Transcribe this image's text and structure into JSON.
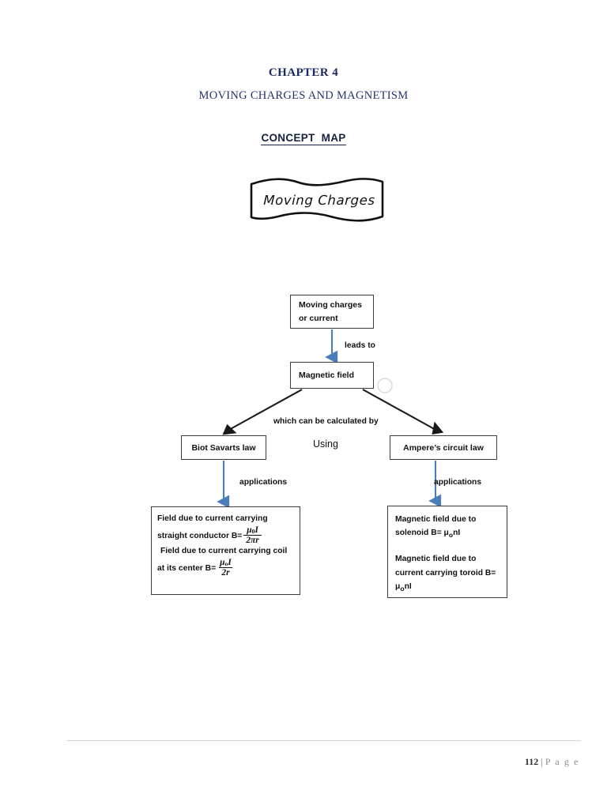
{
  "document": {
    "chapter_title": "CHAPTER 4",
    "chapter_subtitle": "MOVING CHARGES AND MAGNETISM",
    "section_heading": "CONCEPT  MAP",
    "heading_color": "#1b2a63"
  },
  "banner": {
    "text": "Moving Charges",
    "shape": "wavy-ribbon-banner",
    "stroke_color": "#111111"
  },
  "flowchart": {
    "box_border_color": "#3b3b3b",
    "blue_arrow_color": "#4a7ebb",
    "black_arrow_color": "#1a1a1a",
    "nodes": {
      "source": {
        "line1": "Moving charges",
        "line2": "or current"
      },
      "magnetic_field": {
        "label": "Magnetic field"
      },
      "biot": {
        "label": "Biot Savarts law"
      },
      "ampere": {
        "label": "Ampere’s circuit law"
      },
      "biot_applications": {
        "line1": "Field due to current carrying",
        "line2_prefix": "straight conductor B=",
        "formula1_num": "μ0I",
        "formula1_den": "2πr",
        "line3": "Field due to current carrying coil",
        "line4_prefix": "at its center B=",
        "formula2_num": "μoI",
        "formula2_den": "2r"
      },
      "ampere_applications": {
        "line1": "Magnetic  field due to",
        "line2": "solenoid B=    μonI",
        "line3": "Magnetic  field due to",
        "line4": "current carrying toroid B=",
        "line5": "μonI"
      }
    },
    "edge_labels": {
      "leads_to": "leads to",
      "which_can_be_calculated_by": "which can be calculated by",
      "using": "Using",
      "applications_left": "applications",
      "applications_right": "applications"
    }
  },
  "footer": {
    "page_number": "112",
    "separator": "|",
    "page_word": "P a g e"
  }
}
